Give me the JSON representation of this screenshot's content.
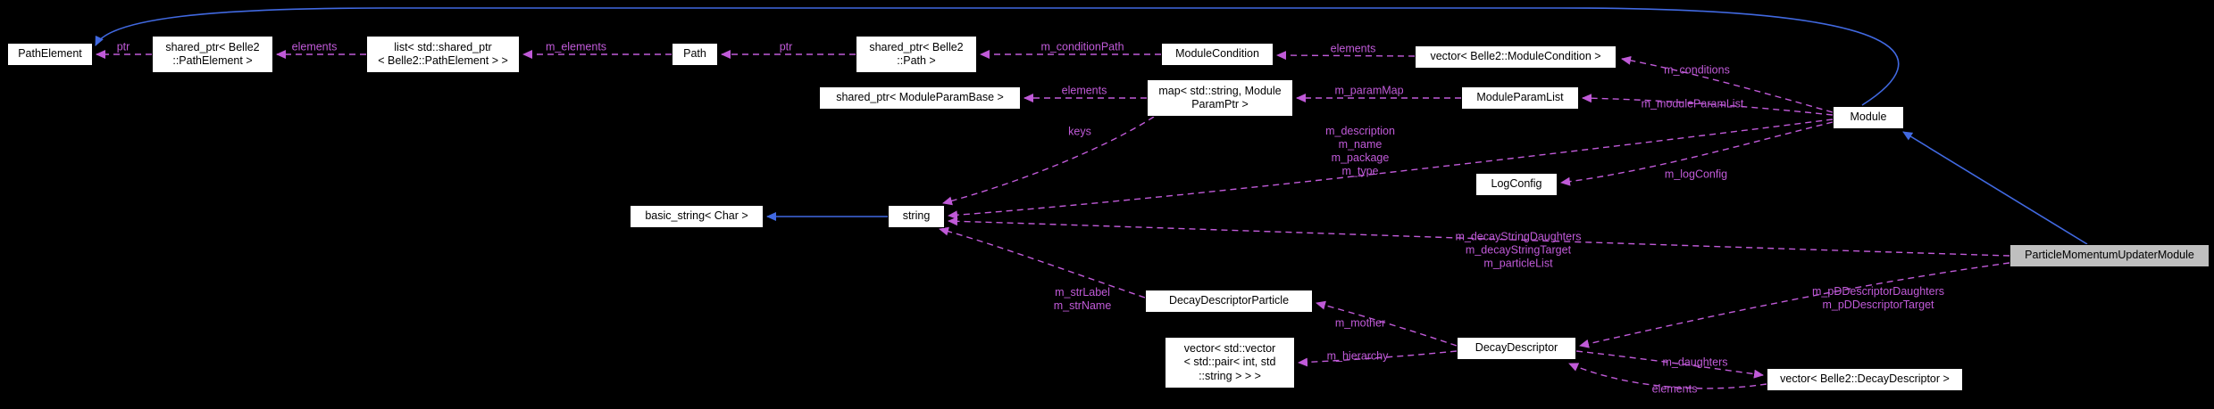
{
  "colors": {
    "background": "#000000",
    "node_fill": "#ffffff",
    "node_border": "#000000",
    "node_text": "#000000",
    "highlight_fill": "#bfbfbf",
    "usage_edge": "#c05ad8",
    "inheritance_edge": "#4169e1"
  },
  "nodes": {
    "path_element": "PathElement",
    "shared_ptr_path_element": "shared_ptr< Belle2\n::PathElement >",
    "list_shared_ptr_path_element": "list< std::shared_ptr\n< Belle2::PathElement > >",
    "path": "Path",
    "shared_ptr_path": "shared_ptr< Belle2\n::Path >",
    "module_condition": "ModuleCondition",
    "vector_module_condition": "vector< Belle2::ModuleCondition >",
    "shared_ptr_module_param_base": "shared_ptr< ModuleParamBase >",
    "map_module_param_ptr": "map< std::string, Module\nParamPtr >",
    "module_param_list": "ModuleParamList",
    "module": "Module",
    "log_config": "LogConfig",
    "basic_string_char": "basic_string< Char >",
    "string": "string",
    "decay_descriptor_particle": "DecayDescriptorParticle",
    "vector_vector_pair_int_string": "vector< std::vector\n< std::pair< int, std\n::string > > >",
    "decay_descriptor": "DecayDescriptor",
    "vector_decay_descriptor": "vector< Belle2::DecayDescriptor >",
    "particle_momentum_updater_module": "ParticleMomentumUpdaterModule"
  },
  "edge_labels": {
    "ptr_path_element": "ptr",
    "elements_path_element": "elements",
    "m_elements": "m_elements",
    "ptr_path": "ptr",
    "m_condition_path": "m_conditionPath",
    "elements_module_condition": "elements",
    "m_conditions": "m_conditions",
    "elements_param_base": "elements",
    "m_param_map": "m_paramMap",
    "m_module_param_list": "m_moduleParamList",
    "keys": "keys",
    "module_string_members": "m_description\nm_name\nm_package\nm_type",
    "m_log_config": "m_logConfig",
    "decay_string_members": "m_decayStringDaughters\nm_decayStringTarget\nm_particleList",
    "str_members": "m_strLabel\nm_strName",
    "m_mother": "m_mother",
    "m_hierarchy": "m_hierarchy",
    "pdd_members": "m_pDDescriptorDaughters\nm_pDDescriptorTarget",
    "m_daughters": "m_daughters",
    "elements_decay_descriptor": "elements"
  }
}
